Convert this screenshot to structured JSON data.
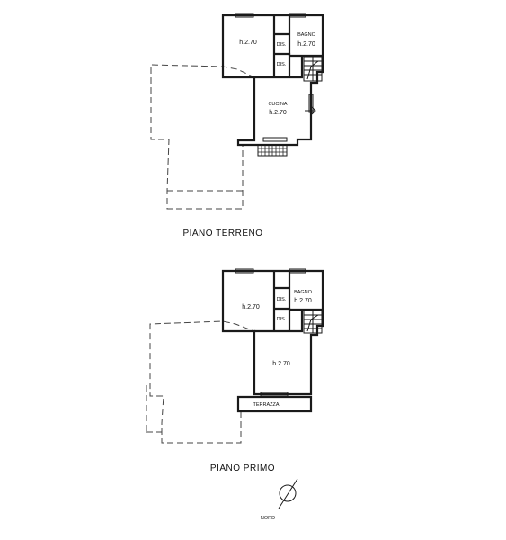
{
  "ground_floor": {
    "title": "PIANO TERRENO",
    "room_main_height": "h.2.70",
    "bathroom_name": "BAGNO",
    "bathroom_height": "h.2.70",
    "dis_1": "DIS.",
    "dis_2": "DIS.",
    "kitchen_name": "CUCINA",
    "kitchen_height": "h.2.70"
  },
  "first_floor": {
    "title": "PIANO PRIMO",
    "room_main_height": "h.2.70",
    "bathroom_name": "BAGNO",
    "bathroom_height": "h.2.70",
    "dis_1": "DIS.",
    "dis_2": "DIS.",
    "room_lower_height": "h.2.70",
    "terrace_name": "TERRAZZA"
  },
  "north": {
    "label": "NORD"
  }
}
